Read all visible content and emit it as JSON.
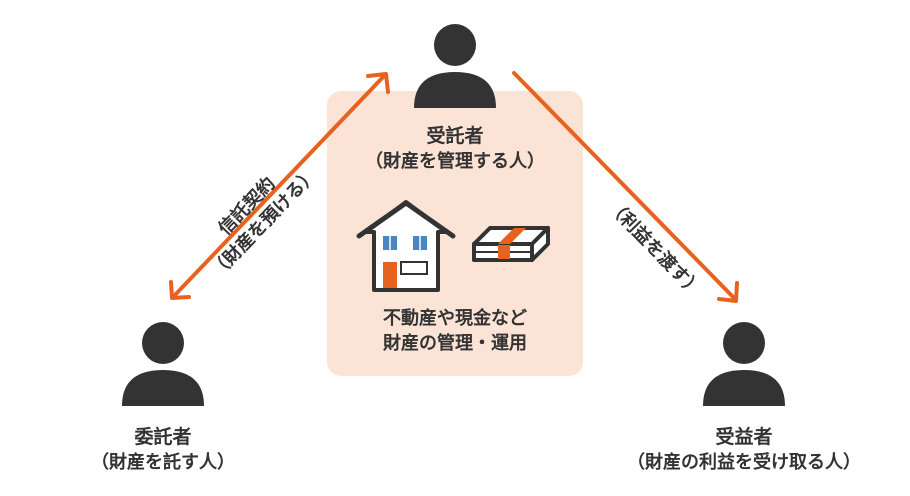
{
  "trustee": {
    "title": "受託者",
    "subtitle": "（財産を管理する人）"
  },
  "settlor": {
    "title": "委託者",
    "subtitle": "（財産を託す人）"
  },
  "beneficiary": {
    "title": "受益者",
    "subtitle": "（財産の利益を受け取る人）"
  },
  "assets": {
    "line1": "不動産や現金など",
    "line2": "財産の管理・運用"
  },
  "arrow_left": {
    "line1": "信託契約",
    "line2": "（財産を預ける）"
  },
  "arrow_right": {
    "line1": "（利益を渡す）"
  },
  "colors": {
    "accent": "#e8621f",
    "panel": "#fbe3d6",
    "person": "#333333"
  },
  "icons": [
    "person-icon",
    "house-icon",
    "cash-bundle-icon"
  ]
}
